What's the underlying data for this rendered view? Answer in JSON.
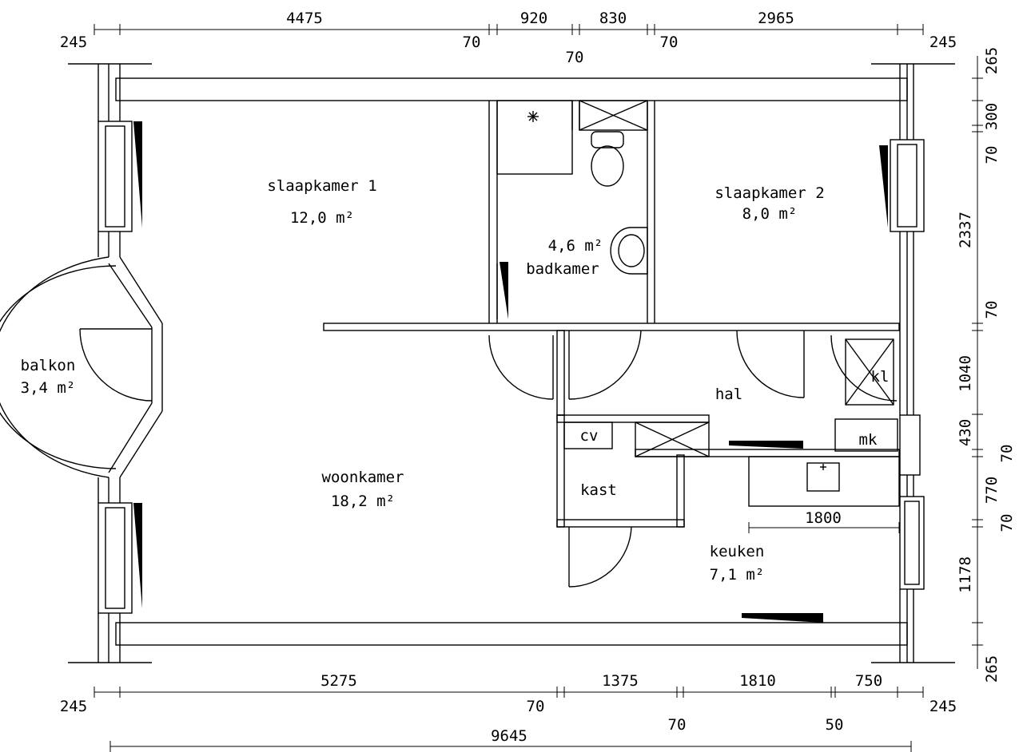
{
  "rooms": {
    "slaapkamer1": {
      "name": "slaapkamer 1",
      "area": "12,0 m²"
    },
    "slaapkamer2": {
      "name": "slaapkamer 2",
      "area": "8,0 m²"
    },
    "badkamer": {
      "name": "badkamer",
      "area": "4,6 m²"
    },
    "balkon": {
      "name": "balkon",
      "area": "3,4 m²"
    },
    "woonkamer": {
      "name": "woonkamer",
      "area": "18,2 m²"
    },
    "hal": {
      "name": "hal"
    },
    "keuken": {
      "name": "keuken",
      "area": "7,1 m²"
    },
    "kast": {
      "name": "kast"
    },
    "cv": {
      "name": "cv"
    },
    "kl": {
      "name": "kl"
    },
    "mk": {
      "name": "mk"
    }
  },
  "dimensions": {
    "top": {
      "d245_left": "245",
      "d4475": "4475",
      "d70_a": "70",
      "d920": "920",
      "d70_b": "70",
      "d830": "830",
      "d70_c": "70",
      "d2965": "2965",
      "d245_right": "245"
    },
    "right": {
      "d265_top": "265",
      "d300": "300",
      "d70_a": "70",
      "d2337": "2337",
      "d70_b": "70",
      "d1040": "1040",
      "d430": "430",
      "d70_c": "70",
      "d770": "770",
      "d70_d": "70",
      "d1178": "1178",
      "d265_bottom": "265"
    },
    "bottom": {
      "d245_left": "245",
      "d5275": "5275",
      "d70_a": "70",
      "d1375": "1375",
      "d70_b": "70",
      "d1810": "1810",
      "d50": "50",
      "d750": "750",
      "d245_right": "245",
      "d9645": "9645"
    },
    "kitchen": {
      "d1800": "1800"
    }
  }
}
